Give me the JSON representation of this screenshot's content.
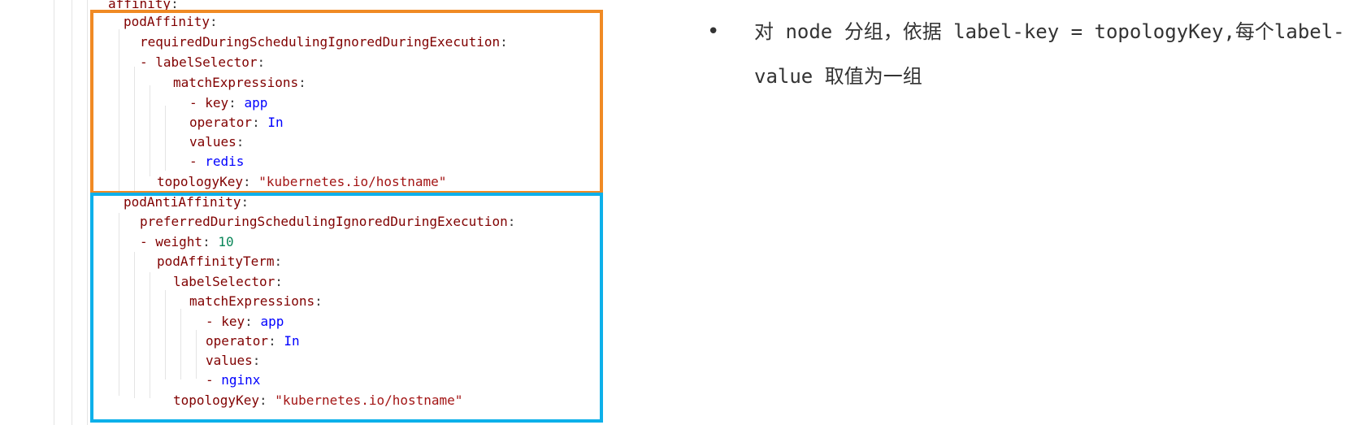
{
  "editor": {
    "lines": [
      {
        "key": "affinity",
        "punct": ":",
        "value": "",
        "vtype": ""
      },
      {
        "key": "podAffinity",
        "punct": ":",
        "value": "",
        "vtype": ""
      },
      {
        "key": "requiredDuringSchedulingIgnoredDuringExecution",
        "punct": ":",
        "value": "",
        "vtype": ""
      },
      {
        "key": "- labelSelector",
        "punct": ":",
        "value": "",
        "vtype": ""
      },
      {
        "key": "matchExpressions",
        "punct": ":",
        "value": "",
        "vtype": ""
      },
      {
        "key": "- key",
        "punct": ": ",
        "value": "app",
        "vtype": "v"
      },
      {
        "key": "operator",
        "punct": ": ",
        "value": "In",
        "vtype": "v"
      },
      {
        "key": "values",
        "punct": ":",
        "value": "",
        "vtype": ""
      },
      {
        "key": "- ",
        "punct": "",
        "value": "redis",
        "vtype": "v"
      },
      {
        "key": "topologyKey",
        "punct": ": ",
        "value": "\"kubernetes.io/hostname\"",
        "vtype": "s"
      },
      {
        "key": "podAntiAffinity",
        "punct": ":",
        "value": "",
        "vtype": ""
      },
      {
        "key": "preferredDuringSchedulingIgnoredDuringExecution",
        "punct": ":",
        "value": "",
        "vtype": ""
      },
      {
        "key": "- weight",
        "punct": ": ",
        "value": "10",
        "vtype": "n"
      },
      {
        "key": "podAffinityTerm",
        "punct": ":",
        "value": "",
        "vtype": ""
      },
      {
        "key": "labelSelector",
        "punct": ":",
        "value": "",
        "vtype": ""
      },
      {
        "key": "matchExpressions",
        "punct": ":",
        "value": "",
        "vtype": ""
      },
      {
        "key": "- key",
        "punct": ": ",
        "value": "app",
        "vtype": "v"
      },
      {
        "key": "operator",
        "punct": ": ",
        "value": "In",
        "vtype": "v"
      },
      {
        "key": "values",
        "punct": ":",
        "value": "",
        "vtype": ""
      },
      {
        "key": "- ",
        "punct": "",
        "value": "nginx",
        "vtype": "v"
      },
      {
        "key": "topologyKey",
        "punct": ": ",
        "value": "\"kubernetes.io/hostname\"",
        "vtype": "s"
      }
    ]
  },
  "notes": {
    "bullet": "•",
    "text": "对 node 分组，依据 label-key = topologyKey,每个label-value 取值为一组"
  },
  "colors": {
    "highlight_orange": "#f08a24",
    "highlight_blue": "#0db0ea",
    "yaml_key": "#800000",
    "yaml_value": "#0000ff",
    "yaml_number": "#098658",
    "yaml_string": "#a31515"
  }
}
